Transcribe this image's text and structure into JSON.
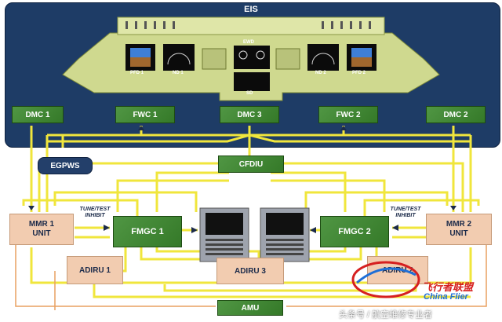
{
  "eis": {
    "title": "EIS"
  },
  "cockpit": {
    "labels": {
      "pfd1": "PFD 1",
      "nd1": "ND 1",
      "ewd": "EWD",
      "sd": "SD",
      "nd2": "ND 2",
      "pfd2": "PFD 2"
    }
  },
  "top_row": {
    "dmc1": "DMC 1",
    "fwc1": "FWC 1",
    "dmc3": "DMC 3",
    "fwc2": "FWC 2",
    "dmc2": "DMC 2"
  },
  "egpws": "EGPWS",
  "cfdiu": "CFDIU",
  "mmr1": {
    "line1": "MMR 1",
    "line2": "UNIT"
  },
  "mmr2": {
    "line1": "MMR 2",
    "line2": "UNIT"
  },
  "tune_left": {
    "line1": "TUNE/TEST",
    "line2": "INHIBIT"
  },
  "tune_right": {
    "line1": "TUNE/TEST",
    "line2": "INHIBIT"
  },
  "fmgc1": "FMGC 1",
  "fmgc2": "FMGC 2",
  "adiru1": "ADIRU 1",
  "adiru3": "ADIRU 3",
  "adiru2": "ADIRU 2",
  "amu": "AMU",
  "watermark": {
    "text": "头条号 / 航空维修专业者",
    "brand_cn": "飞行者联盟",
    "brand_en": "China Flier"
  },
  "colors": {
    "panel": "#1e3c66",
    "green": "#3c8a2e",
    "tan": "#f2ccb0",
    "bus": "#f0e63c",
    "orange": "#e8a060"
  }
}
